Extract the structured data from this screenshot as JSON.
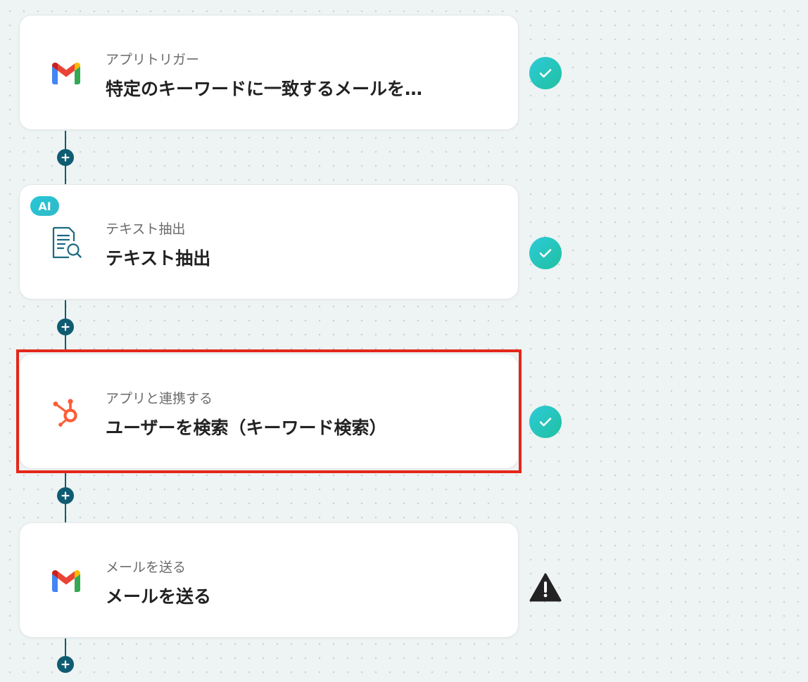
{
  "flow": {
    "steps": [
      {
        "subtitle": "アプリトリガー",
        "title": "特定のキーワードに一致するメールを…",
        "app_icon": "gmail-icon",
        "status": "complete",
        "status_icon": "check-icon"
      },
      {
        "badge": "AI",
        "subtitle": "テキスト抽出",
        "title": "テキスト抽出",
        "app_icon": "document-search-icon",
        "status": "complete",
        "status_icon": "check-icon"
      },
      {
        "subtitle": "アプリと連携する",
        "title": "ユーザーを検索（キーワード検索）",
        "app_icon": "hubspot-icon",
        "status": "complete",
        "status_icon": "check-icon",
        "highlighted": true
      },
      {
        "subtitle": "メールを送る",
        "title": "メールを送る",
        "app_icon": "gmail-icon",
        "status": "warning",
        "status_icon": "warning-icon"
      }
    ],
    "add_step_icon": "plus-icon"
  },
  "colors": {
    "connector": "#0f5c72",
    "check_gradient_start": "#2ecbd9",
    "check_gradient_end": "#1fc0a0",
    "highlight": "#e5261b",
    "ai_badge": "#27c7d7",
    "hubspot": "#ff5c35",
    "warning": "#222222"
  }
}
